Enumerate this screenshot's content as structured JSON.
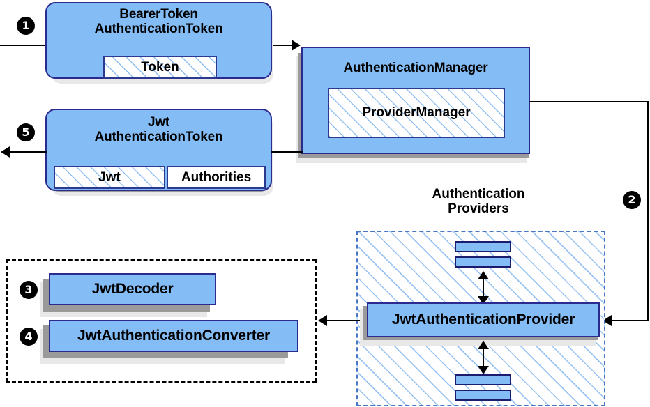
{
  "diagram": {
    "title": "Spring Security JWT Bearer Token Authentication Flow",
    "colors": {
      "node_fill": "#84bcf5",
      "node_border": "#2b2b8f",
      "panel_border": "#2b3a8f",
      "hatch_line": "#7eb4f0",
      "dashed_black": "#000000",
      "dashed_blue": "#4a77c4",
      "shadow_near": "#9a9a9a",
      "shadow_far": "#e8e8e8",
      "line": "#000000"
    }
  },
  "steps": [
    {
      "id": "step-1",
      "label": "❶",
      "number": "1"
    },
    {
      "id": "step-2",
      "label": "❷",
      "number": "2"
    },
    {
      "id": "step-3",
      "label": "❸",
      "number": "3"
    },
    {
      "id": "step-4",
      "label": "❹",
      "number": "4"
    },
    {
      "id": "step-5",
      "label": "❺",
      "number": "5"
    }
  ],
  "nodes": {
    "bearer_token": {
      "title": "BearerToken\nAuthenticationToken",
      "inner": [
        {
          "label": "Token",
          "hatched": true
        }
      ]
    },
    "jwt_token": {
      "title": "Jwt\nAuthenticationToken",
      "inner": [
        {
          "label": "Jwt",
          "hatched": true
        },
        {
          "label": "Authorities",
          "hatched": false
        }
      ]
    },
    "authentication_manager": {
      "title": "AuthenticationManager",
      "inner": [
        {
          "label": "ProviderManager",
          "hatched": true
        }
      ]
    },
    "jwt_authentication_provider": {
      "title": "JwtAuthenticationProvider"
    },
    "jwt_decoder": {
      "title": "JwtDecoder"
    },
    "jwt_authentication_converter": {
      "title": "JwtAuthenticationConverter"
    }
  },
  "groups": {
    "authentication_providers": {
      "label": "Authentication\nProviders"
    },
    "jwt_support": {
      "label": ""
    }
  }
}
